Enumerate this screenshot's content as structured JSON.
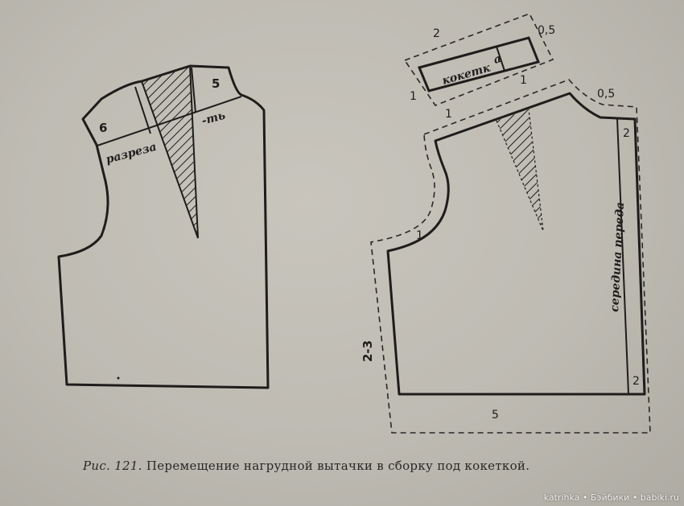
{
  "left_pattern": {
    "labels": {
      "segment_6": "6",
      "segment_5": "5",
      "cut_text_left": "разреза",
      "cut_text_right": "-ть"
    }
  },
  "right_pattern": {
    "yoke": {
      "text": "кокетк",
      "text_end": "а",
      "allowance_top": "2",
      "allowance_corner": "0,5",
      "allowance_left": "1",
      "allowance_bottom": "1"
    },
    "labels": {
      "shoulder_top": "1",
      "shoulder_corner": "0,5",
      "armhole": "1",
      "side_seam": "2-3",
      "center_front_top": "2",
      "center_front_bottom": "2",
      "hem": "5",
      "center_front_text": "середина переда"
    }
  },
  "caption": {
    "figure": "Рис. 121.",
    "text": "Перемещение нагрудной вытачки в сборку под кокеткой."
  },
  "watermark": "katrihka • Бэйбики • babiki.ru"
}
